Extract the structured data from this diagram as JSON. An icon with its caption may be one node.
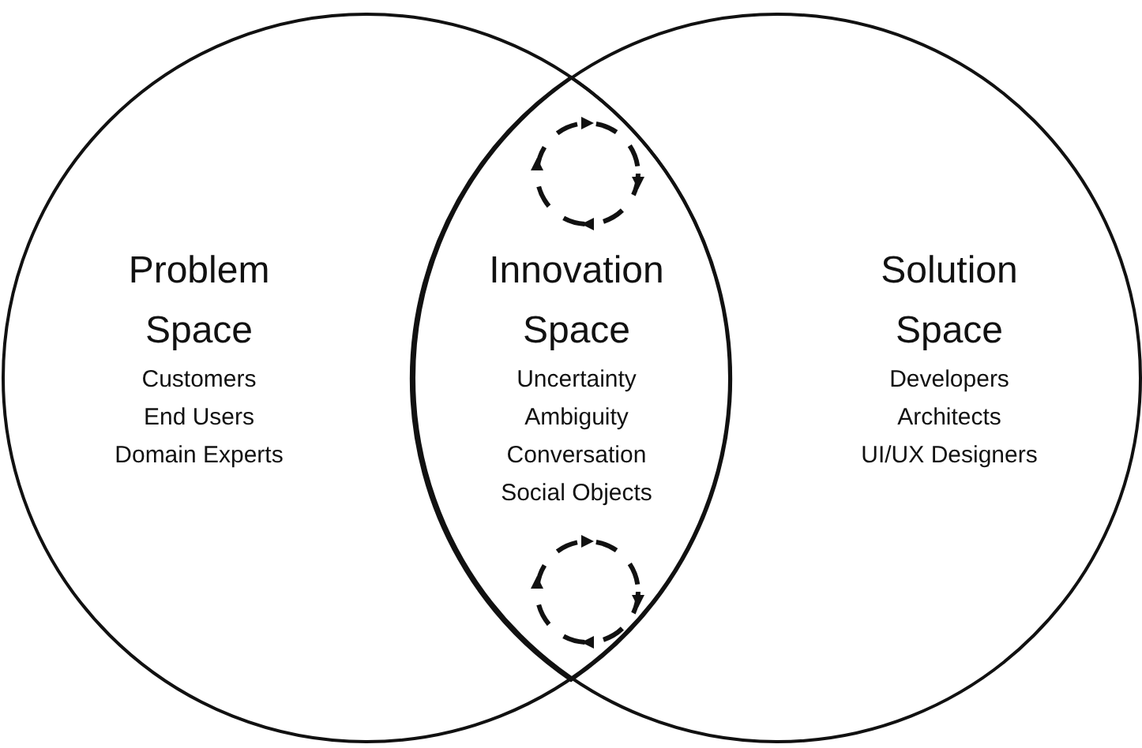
{
  "diagram": {
    "nodes": [
      {
        "text": [
          "Problem Space",
          "Customers",
          "End Users",
          "Domain Experts"
        ]
      },
      {
        "text": [
          "Solution Space",
          "Developers",
          "Architects",
          "UI/UX Designers"
        ]
      },
      {
        "text": [
          "Innovation Space",
          "Uncertainty",
          "Ambiguity",
          "Conversation",
          "Social Objects"
        ]
      }
    ]
  }
}
